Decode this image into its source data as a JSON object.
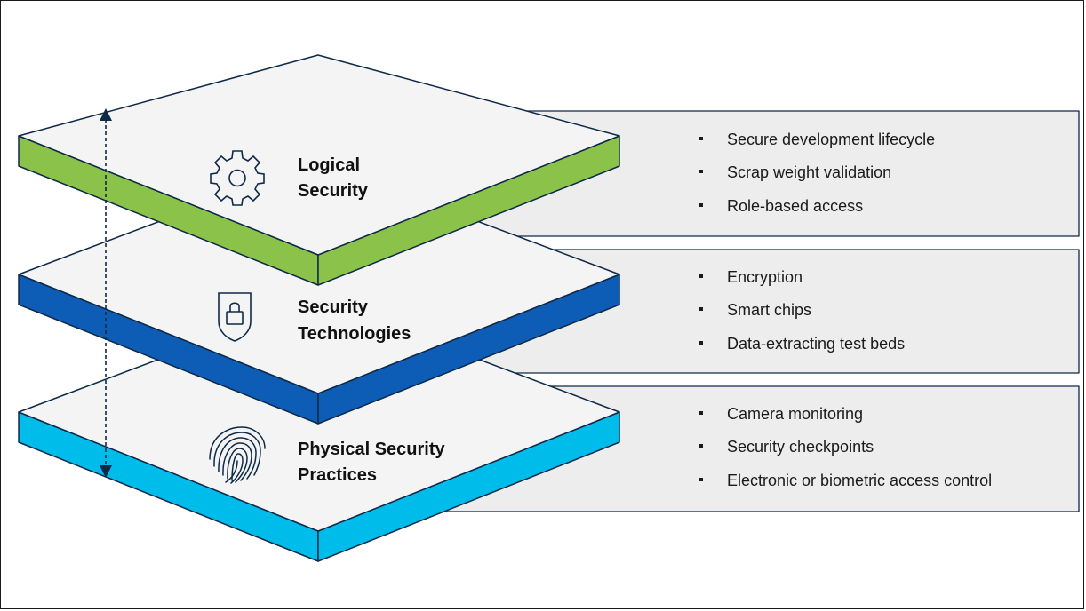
{
  "colors": {
    "logical": "#8BC34A",
    "technologies": "#0D5CB6",
    "physical": "#00BCEB",
    "panel_bg": "#EDEDEE",
    "outline": "#0E2A47",
    "arrow": "#0E2A47"
  },
  "layers": [
    {
      "id": "logical",
      "title_line1": "Logical",
      "title_line2": "Security",
      "icon": "gear-icon",
      "items": [
        "Secure development lifecycle",
        "Scrap weight validation",
        "Role-based access"
      ]
    },
    {
      "id": "technologies",
      "title_line1": "Security",
      "title_line2": "Technologies",
      "icon": "shield-lock-icon",
      "items": [
        "Encryption",
        "Smart chips",
        "Data-extracting test beds"
      ]
    },
    {
      "id": "physical",
      "title_line1": "Physical Security",
      "title_line2": "Practices",
      "icon": "fingerprint-icon",
      "items": [
        "Camera monitoring",
        "Security checkpoints",
        "Electronic or biometric access control"
      ]
    }
  ],
  "connector": "double-arrow"
}
